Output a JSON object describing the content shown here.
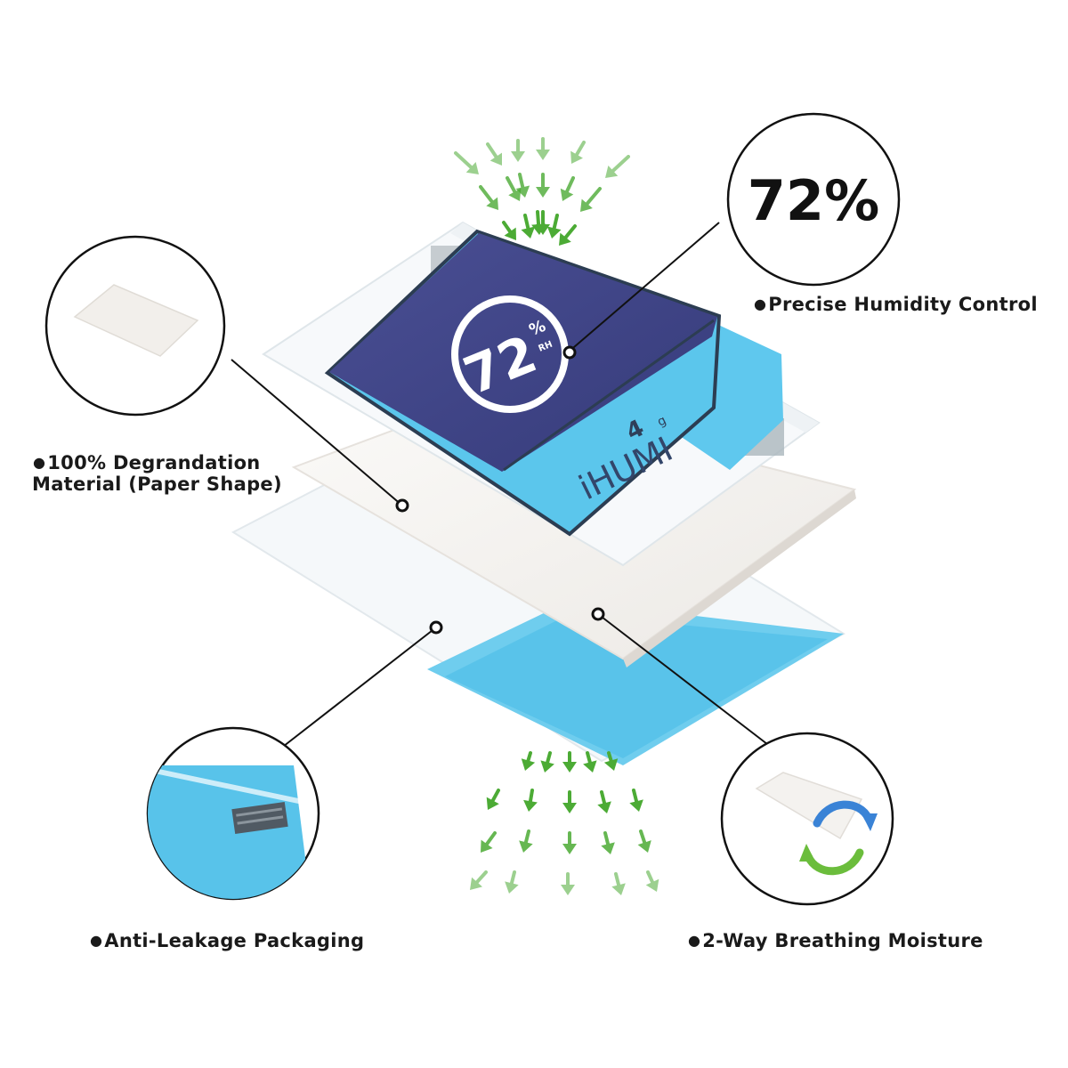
{
  "product": {
    "brand": "iHUMI",
    "weight": "4",
    "weight_unit": "g",
    "humidity_badge": "72",
    "humidity_badge_unit_top": "%",
    "humidity_badge_unit_bottom": "RH"
  },
  "callouts": {
    "humidity_value": "72%",
    "bullet": "●",
    "precise_control": "Precise Humidity Control",
    "degradation_line1": "100% Degrandation",
    "degradation_line2": "Material (Paper Shape)",
    "anti_leakage": "Anti-Leakage Packaging",
    "breathing": "2-Way Breathing Moisture"
  },
  "colors": {
    "navy": "#3f4586",
    "sky_blue": "#55c4ea",
    "arrow_green": "#4cab35",
    "paper_white": "#f3f1ef",
    "recycle_blue": "#3a83d6",
    "recycle_green": "#6bbd3c"
  },
  "icons": [
    "arrow-down-icon",
    "recycle-arrows-icon"
  ]
}
